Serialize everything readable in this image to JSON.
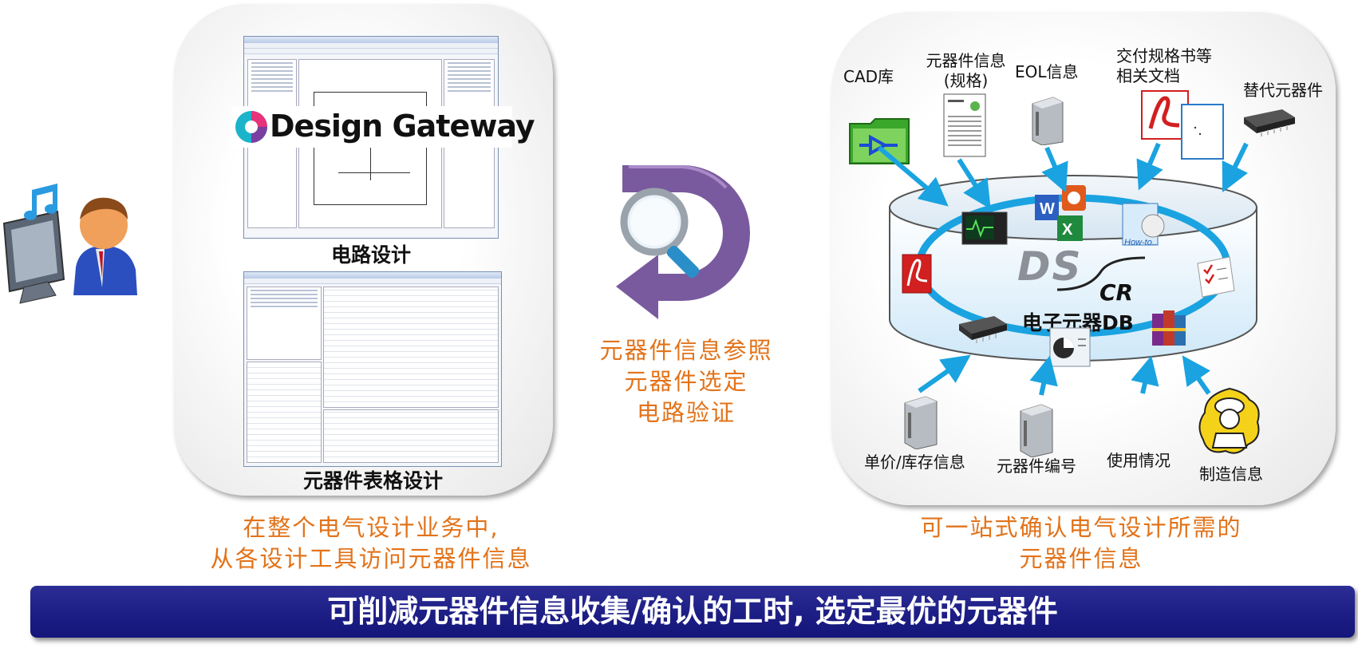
{
  "left_panel": {
    "logo_text": "Design Gateway",
    "schematic_label": "电路设计",
    "table_label": "元器件表格设计",
    "caption_line1": "在整个电气设计业务中,",
    "caption_line2": "从各设计工具访问元器件信息"
  },
  "middle": {
    "line1": "元器件信息参照",
    "line2": "元器件选定",
    "line3": "电路验证"
  },
  "right_panel": {
    "cad": "CAD库",
    "spec_line1": "元器件信息",
    "spec_line2": "(规格)",
    "eol": "EOL信息",
    "docs_line1": "交付规格书等",
    "docs_line2": "相关文档",
    "alt": "替代元器件",
    "db_logo": "DS",
    "db_logo_sub": "CR",
    "db_name": "电子元器DB",
    "price": "单价/库存信息",
    "part_no": "元器件编号",
    "usage": "使用情况",
    "mfg": "制造信息",
    "caption_line1": "可一站式确认电气设计所需的",
    "caption_line2": "元器件信息"
  },
  "banner": {
    "text": "可削减元器件信息收集/确认的工时, 选定最优的元器件"
  },
  "colors": {
    "orange": "#e2731a",
    "arrow_blue": "#1aa3e0",
    "banner_navy": "#1e1f86",
    "purple": "#7a5a9e"
  }
}
